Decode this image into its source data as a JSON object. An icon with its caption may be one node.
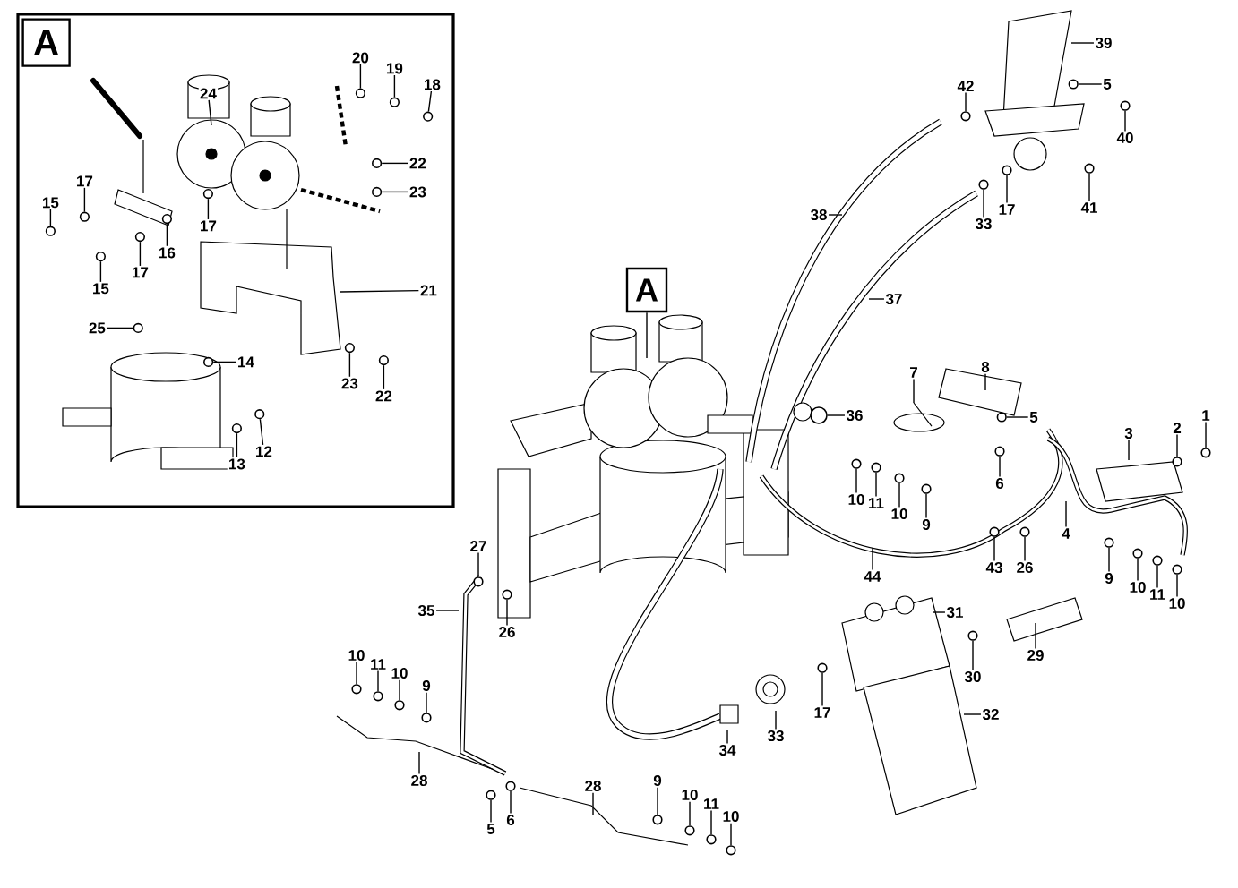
{
  "diagram": {
    "nodes": [
      {
        "text": [
          "A"
        ]
      },
      {
        "text": [
          "24"
        ],
        "in": 0
      },
      {
        "text": [
          "20"
        ],
        "in": 0
      },
      {
        "text": [
          "19"
        ],
        "in": 0
      },
      {
        "text": [
          "18"
        ],
        "in": 0
      },
      {
        "text": [
          "22"
        ],
        "in": 0
      },
      {
        "text": [
          "23"
        ],
        "in": 0
      },
      {
        "text": [
          "17"
        ],
        "in": 0
      },
      {
        "text": [
          "15"
        ],
        "in": 0
      },
      {
        "text": [
          "16"
        ],
        "in": 0
      },
      {
        "text": [
          "17"
        ],
        "in": 0
      },
      {
        "text": [
          "17"
        ],
        "in": 0
      },
      {
        "text": [
          "15"
        ],
        "in": 0
      },
      {
        "text": [
          "21"
        ],
        "in": 0
      },
      {
        "text": [
          "25"
        ],
        "in": 0
      },
      {
        "text": [
          "14"
        ],
        "in": 0
      },
      {
        "text": [
          "23"
        ],
        "in": 0
      },
      {
        "text": [
          "22"
        ],
        "in": 0
      },
      {
        "text": [
          "13"
        ],
        "in": 0
      },
      {
        "text": [
          "12"
        ],
        "in": 0
      },
      {
        "text": [
          "A"
        ]
      },
      {
        "text": [
          "39"
        ]
      },
      {
        "text": [
          "42"
        ]
      },
      {
        "text": [
          "5"
        ]
      },
      {
        "text": [
          "40"
        ]
      },
      {
        "text": [
          "38"
        ]
      },
      {
        "text": [
          "33"
        ]
      },
      {
        "text": [
          "17"
        ]
      },
      {
        "text": [
          "41"
        ]
      },
      {
        "text": [
          "37"
        ]
      },
      {
        "text": [
          "36"
        ]
      },
      {
        "text": [
          "7"
        ]
      },
      {
        "text": [
          "8"
        ]
      },
      {
        "text": [
          "5"
        ]
      },
      {
        "text": [
          "3"
        ]
      },
      {
        "text": [
          "2"
        ]
      },
      {
        "text": [
          "1"
        ]
      },
      {
        "text": [
          "6"
        ]
      },
      {
        "text": [
          "10"
        ]
      },
      {
        "text": [
          "11"
        ]
      },
      {
        "text": [
          "10"
        ]
      },
      {
        "text": [
          "9"
        ]
      },
      {
        "text": [
          "4"
        ]
      },
      {
        "text": [
          "9"
        ]
      },
      {
        "text": [
          "10"
        ]
      },
      {
        "text": [
          "11"
        ]
      },
      {
        "text": [
          "10"
        ]
      },
      {
        "text": [
          "44"
        ]
      },
      {
        "text": [
          "43"
        ]
      },
      {
        "text": [
          "26"
        ]
      },
      {
        "text": [
          "27"
        ]
      },
      {
        "text": [
          "35"
        ]
      },
      {
        "text": [
          "26"
        ]
      },
      {
        "text": [
          "31"
        ]
      },
      {
        "text": [
          "29"
        ]
      },
      {
        "text": [
          "10"
        ]
      },
      {
        "text": [
          "11"
        ]
      },
      {
        "text": [
          "10"
        ]
      },
      {
        "text": [
          "9"
        ]
      },
      {
        "text": [
          "30"
        ]
      },
      {
        "text": [
          "17"
        ]
      },
      {
        "text": [
          "32"
        ]
      },
      {
        "text": [
          "34"
        ]
      },
      {
        "text": [
          "33"
        ]
      },
      {
        "text": [
          "28"
        ]
      },
      {
        "text": [
          "28"
        ]
      },
      {
        "text": [
          "9"
        ]
      },
      {
        "text": [
          "10"
        ]
      },
      {
        "text": [
          "11"
        ]
      },
      {
        "text": [
          "10"
        ]
      },
      {
        "text": [
          "6"
        ]
      },
      {
        "text": [
          "5"
        ]
      },
      {
        "text": [],
        "shape": "circle",
        "in": 0
      },
      {
        "text": [],
        "shape": "circle",
        "in": 0
      },
      {
        "text": [],
        "shape": "circle",
        "in": 0
      },
      {
        "text": [],
        "shape": "circle",
        "in": 0
      },
      {
        "text": [],
        "shape": "circle",
        "in": 0
      },
      {
        "text": [],
        "shape": "circle",
        "in": 0
      },
      {
        "text": [],
        "shape": "circle",
        "in": 0
      },
      {
        "text": [],
        "shape": "circle",
        "in": 0
      },
      {
        "text": [],
        "shape": "circle",
        "in": 0
      },
      {
        "text": [],
        "shape": "circle",
        "in": 0
      },
      {
        "text": [],
        "shape": "circle",
        "in": 0
      },
      {
        "text": [],
        "shape": "circle",
        "in": 0
      },
      {
        "text": [],
        "shape": "circle",
        "in": 0
      },
      {
        "text": [],
        "shape": "circle",
        "in": 0
      },
      {
        "text": [],
        "shape": "circle",
        "in": 0
      },
      {
        "text": [],
        "shape": "circle",
        "in": 0
      },
      {
        "text": [],
        "shape": "circle",
        "in": 0
      },
      {
        "text": [],
        "shape": "circle"
      },
      {
        "text": [],
        "shape": "circle"
      },
      {
        "text": [],
        "shape": "circle"
      },
      {
        "text": [],
        "shape": "circle"
      },
      {
        "text": [],
        "shape": "circle"
      },
      {
        "text": [],
        "shape": "circle"
      },
      {
        "text": [],
        "shape": "circle"
      },
      {
        "text": [],
        "shape": "circle"
      },
      {
        "text": [],
        "shape": "circle"
      },
      {
        "text": [],
        "shape": "circle"
      },
      {
        "text": [],
        "shape": "circle"
      },
      {
        "text": [],
        "shape": "circle"
      },
      {
        "text": [],
        "shape": "circle"
      },
      {
        "text": [],
        "shape": "circle"
      },
      {
        "text": [],
        "shape": "circle"
      },
      {
        "text": [],
        "shape": "circle"
      },
      {
        "text": [],
        "shape": "circle"
      },
      {
        "text": [],
        "shape": "circle"
      },
      {
        "text": [],
        "shape": "circle"
      },
      {
        "text": [],
        "shape": "circle"
      },
      {
        "text": [],
        "shape": "circle"
      },
      {
        "text": [],
        "shape": "circle"
      },
      {
        "text": [],
        "shape": "circle"
      },
      {
        "text": [],
        "shape": "circle"
      },
      {
        "text": [],
        "shape": "circle"
      },
      {
        "text": [],
        "shape": "circle"
      },
      {
        "text": [],
        "shape": "circle"
      },
      {
        "text": [],
        "shape": "circle"
      },
      {
        "text": [],
        "shape": "circle"
      },
      {
        "text": [],
        "shape": "circle"
      },
      {
        "text": [],
        "shape": "circle"
      },
      {
        "text": [],
        "shape": "circle"
      },
      {
        "text": [],
        "shape": "circle"
      },
      {
        "text": [],
        "shape": "circle"
      },
      {
        "text": [],
        "shape": "circle"
      }
    ],
    "edges": [
      {
        "from": 1,
        "to": null,
        "arrow": "none"
      },
      {
        "from": 2,
        "to": 72,
        "arrow": "none"
      },
      {
        "from": 3,
        "to": 73,
        "arrow": "none"
      },
      {
        "from": 4,
        "to": 74,
        "arrow": "none"
      },
      {
        "from": 5,
        "to": 75,
        "arrow": "none"
      },
      {
        "from": 6,
        "to": 76,
        "arrow": "none"
      },
      {
        "from": 7,
        "to": 77,
        "arrow": "none"
      },
      {
        "from": 8,
        "to": 78,
        "arrow": "none"
      },
      {
        "from": 9,
        "to": 79,
        "arrow": "none"
      },
      {
        "from": 10,
        "to": 80,
        "arrow": "none"
      },
      {
        "from": 11,
        "to": 81,
        "arrow": "none"
      },
      {
        "from": 12,
        "to": 82,
        "arrow": "none"
      },
      {
        "from": 13,
        "to": null,
        "arrow": "none"
      },
      {
        "from": 14,
        "to": 83,
        "arrow": "none"
      },
      {
        "from": 15,
        "to": 84,
        "arrow": "none"
      },
      {
        "from": 16,
        "to": 85,
        "arrow": "none"
      },
      {
        "from": 17,
        "to": 86,
        "arrow": "none"
      },
      {
        "from": 18,
        "to": 87,
        "arrow": "none"
      },
      {
        "from": 19,
        "to": 88,
        "arrow": "none"
      },
      {
        "from": 20,
        "to": null,
        "arrow": "none"
      },
      {
        "from": 21,
        "to": null,
        "arrow": "none"
      },
      {
        "from": 22,
        "to": 89,
        "arrow": "none"
      },
      {
        "from": 23,
        "to": 90,
        "arrow": "none"
      },
      {
        "from": 24,
        "to": 91,
        "arrow": "none"
      },
      {
        "from": 25,
        "to": null,
        "arrow": "none"
      },
      {
        "from": 26,
        "to": 92,
        "arrow": "none"
      },
      {
        "from": 27,
        "to": 93,
        "arrow": "none"
      },
      {
        "from": 28,
        "to": 94,
        "arrow": "none"
      },
      {
        "from": 29,
        "to": null,
        "arrow": "none"
      },
      {
        "from": 30,
        "to": 95,
        "arrow": "none"
      },
      {
        "from": 31,
        "to": null,
        "arrow": "none"
      },
      {
        "from": 32,
        "to": null,
        "arrow": "none"
      },
      {
        "from": 33,
        "to": 96,
        "arrow": "none"
      },
      {
        "from": 34,
        "to": null,
        "arrow": "none"
      },
      {
        "from": 35,
        "to": 97,
        "arrow": "none"
      },
      {
        "from": 36,
        "to": 98,
        "arrow": "none"
      },
      {
        "from": 37,
        "to": 99,
        "arrow": "none"
      },
      {
        "from": 38,
        "to": 100,
        "arrow": "none"
      },
      {
        "from": 39,
        "to": 101,
        "arrow": "none"
      },
      {
        "from": 40,
        "to": 102,
        "arrow": "none"
      },
      {
        "from": 41,
        "to": 103,
        "arrow": "none"
      },
      {
        "from": 42,
        "to": null,
        "arrow": "none"
      },
      {
        "from": 43,
        "to": 104,
        "arrow": "none"
      },
      {
        "from": 44,
        "to": 105,
        "arrow": "none"
      },
      {
        "from": 45,
        "to": 106,
        "arrow": "none"
      },
      {
        "from": 46,
        "to": 107,
        "arrow": "none"
      },
      {
        "from": 47,
        "to": null,
        "arrow": "none"
      },
      {
        "from": 48,
        "to": 108,
        "arrow": "none"
      },
      {
        "from": 49,
        "to": 109,
        "arrow": "none"
      },
      {
        "from": 50,
        "to": 110,
        "arrow": "none"
      },
      {
        "from": 51,
        "to": null,
        "arrow": "none"
      },
      {
        "from": 52,
        "to": 111,
        "arrow": "none"
      },
      {
        "from": 53,
        "to": null,
        "arrow": "none"
      },
      {
        "from": 54,
        "to": null,
        "arrow": "none"
      },
      {
        "from": 55,
        "to": 112,
        "arrow": "none"
      },
      {
        "from": 56,
        "to": 113,
        "arrow": "none"
      },
      {
        "from": 57,
        "to": 114,
        "arrow": "none"
      },
      {
        "from": 58,
        "to": 115,
        "arrow": "none"
      },
      {
        "from": 59,
        "to": 116,
        "arrow": "none"
      },
      {
        "from": 60,
        "to": 117,
        "arrow": "none"
      },
      {
        "from": 61,
        "to": null,
        "arrow": "none"
      },
      {
        "from": 62,
        "to": null,
        "arrow": "none"
      },
      {
        "from": 63,
        "to": null,
        "arrow": "none"
      },
      {
        "from": 64,
        "to": null,
        "arrow": "none"
      },
      {
        "from": 65,
        "to": null,
        "arrow": "none"
      },
      {
        "from": 66,
        "to": 118,
        "arrow": "none"
      },
      {
        "from": 67,
        "to": 119,
        "arrow": "none"
      },
      {
        "from": 68,
        "to": 120,
        "arrow": "none"
      },
      {
        "from": 69,
        "to": 121,
        "arrow": "none"
      },
      {
        "from": 70,
        "to": 122,
        "arrow": "none"
      },
      {
        "from": 71,
        "to": 123,
        "arrow": "none"
      }
    ]
  }
}
